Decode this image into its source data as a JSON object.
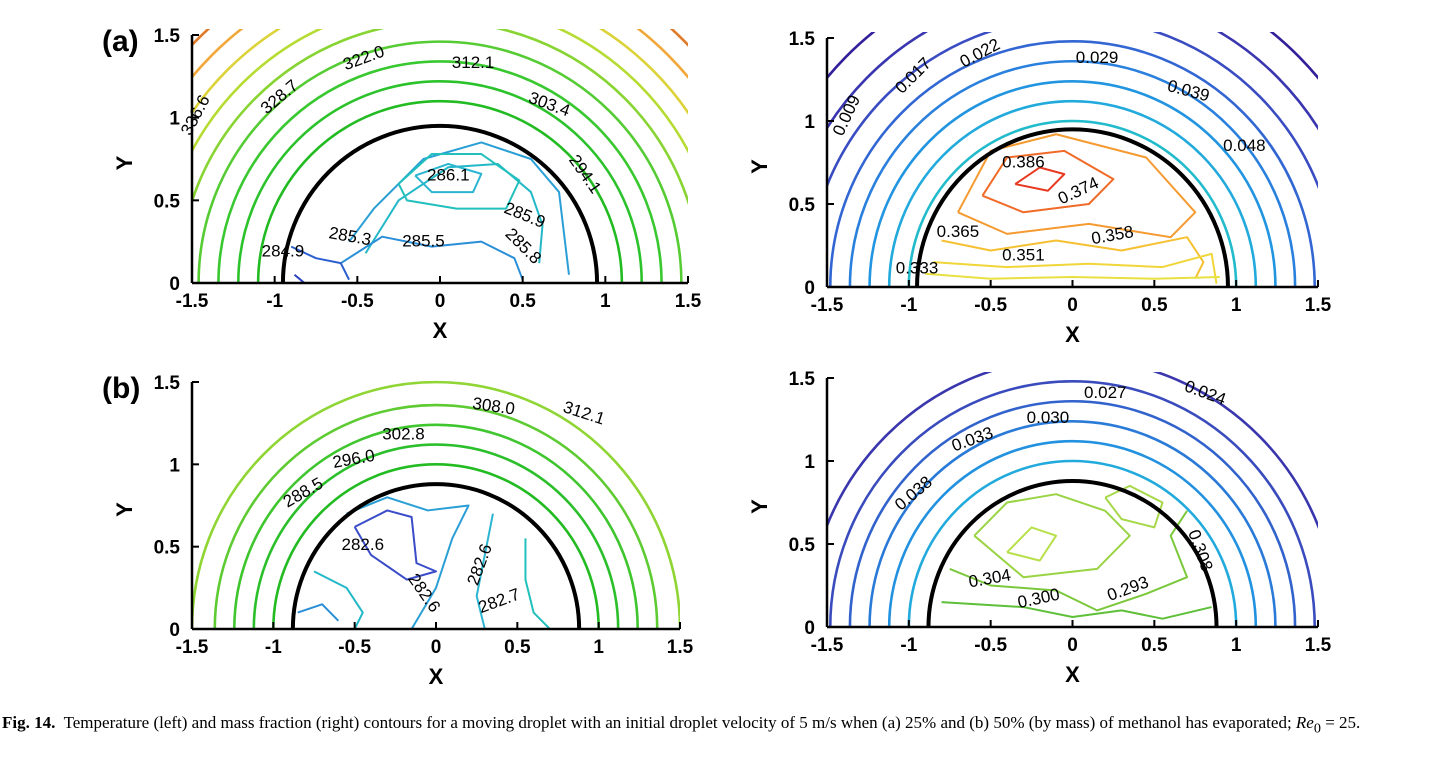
{
  "panels": [
    {
      "label": "(a)",
      "xlabel": "X",
      "ylabel": "Y",
      "xticks": [
        "-1.5",
        "-1",
        "-0.5",
        "0",
        "0.5",
        "1",
        "1.5"
      ],
      "yticks": [
        "0",
        "0.5",
        "1",
        "1.5"
      ],
      "contour_labels": [
        "336.6",
        "328.7",
        "322.0",
        "312.1",
        "303.4",
        "294.1",
        "286.1",
        "285.9",
        "285.8",
        "285.5",
        "285.3",
        "284.9"
      ]
    },
    {
      "label": "",
      "xlabel": "X",
      "ylabel": "Y",
      "xticks": [
        "-1.5",
        "-1",
        "-0.5",
        "0",
        "0.5",
        "1",
        "1.5"
      ],
      "yticks": [
        "0",
        "0.5",
        "1",
        "1.5"
      ],
      "contour_labels": [
        "0.009",
        "0.017",
        "0.022",
        "0.029",
        "0.039",
        "0.048",
        "0.386",
        "0.374",
        "0.365",
        "0.358",
        "0.351",
        "0.333"
      ]
    },
    {
      "label": "(b)",
      "xlabel": "X",
      "ylabel": "Y",
      "xticks": [
        "-1.5",
        "-1",
        "-0.5",
        "0",
        "0.5",
        "1",
        "1.5"
      ],
      "yticks": [
        "0",
        "0.5",
        "1",
        "1.5"
      ],
      "contour_labels": [
        "312.1",
        "308.0",
        "302.8",
        "296.0",
        "288.5",
        "282.6",
        "282.6",
        "282.6",
        "282.7"
      ]
    },
    {
      "label": "",
      "xlabel": "X",
      "ylabel": "Y",
      "xticks": [
        "-1.5",
        "-1",
        "-0.5",
        "0",
        "0.5",
        "1",
        "1.5"
      ],
      "yticks": [
        "0",
        "0.5",
        "1",
        "1.5"
      ],
      "contour_labels": [
        "0.027",
        "0.024",
        "0.030",
        "0.033",
        "0.038",
        "0.308",
        "0.304",
        "0.300",
        "0.293"
      ]
    }
  ],
  "caption": {
    "fig_number": "Fig. 14.",
    "text_main": "Temperature (left) and mass fraction (right) contours for a moving droplet with an initial droplet velocity of 5 m/s when (a) 25% and (b) 50% (by mass) of methanol has evaporated; ",
    "re_symbol": "Re",
    "re_subscript": "0",
    "re_value": " = 25."
  },
  "colors": {
    "droplet_boundary": "#000000"
  }
}
